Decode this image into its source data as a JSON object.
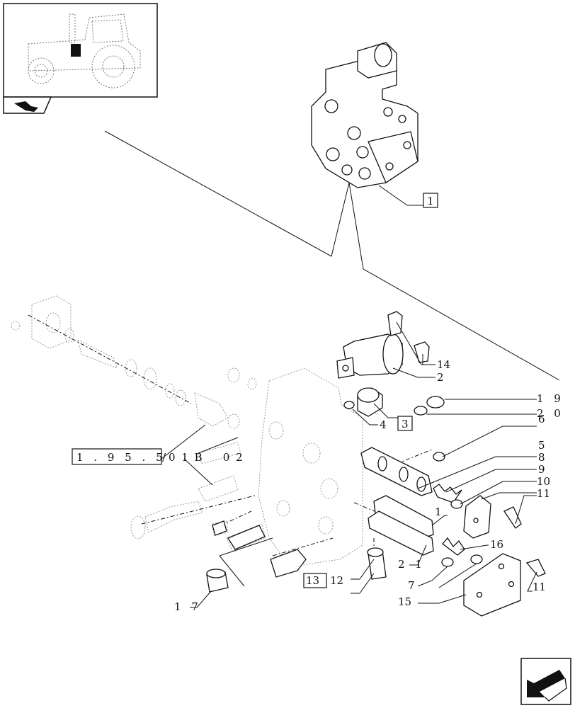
{
  "callouts": {
    "c1": "1",
    "c2": "2",
    "c3": "3",
    "c4": "4",
    "c5": "5",
    "c6": "6",
    "c7": "7",
    "c8": "8",
    "c9": "9",
    "c10": "10",
    "c11a": "11",
    "c11b": "11",
    "c12": "12",
    "c13": "13",
    "c14": "14",
    "c15": "15",
    "c16": "16",
    "c17": "1 7",
    "c19": "1 9",
    "c20": "2 0",
    "c21a": "1",
    "c21b": "2 1"
  },
  "reference": {
    "code": "1 . 9 5 . 5",
    "suffix": "0 1 B    0 2"
  },
  "icons": {
    "thumbnail": "tractor-thumbnail-icon",
    "section": "section-wrench-icon",
    "nav": "next-page-arrow-icon"
  }
}
